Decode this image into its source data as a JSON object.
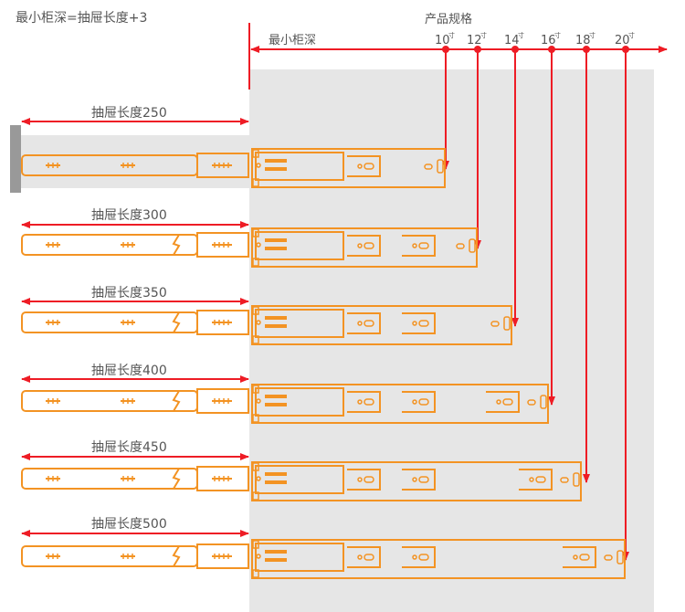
{
  "formula_label": "最小柜深=抽屉长度+3",
  "min_cabinet_depth_label": "最小柜深",
  "product_spec_label": "产品规格",
  "inch_unit": "寸",
  "colors": {
    "rail": "#f39323",
    "dimension": "#ee1c25",
    "cabinet": "#e6e6e6",
    "drawer_front": "#999999",
    "text": "#555555"
  },
  "spec_sizes": [
    "10",
    "12",
    "14",
    "16",
    "18",
    "20"
  ],
  "drawers": [
    {
      "label": "抽屉长度250",
      "spec": "10"
    },
    {
      "label": "抽屉长度300",
      "spec": "12"
    },
    {
      "label": "抽屉长度350",
      "spec": "14"
    },
    {
      "label": "抽屉长度400",
      "spec": "16"
    },
    {
      "label": "抽屉长度450",
      "spec": "18"
    },
    {
      "label": "抽屉长度500",
      "spec": "20"
    }
  ]
}
